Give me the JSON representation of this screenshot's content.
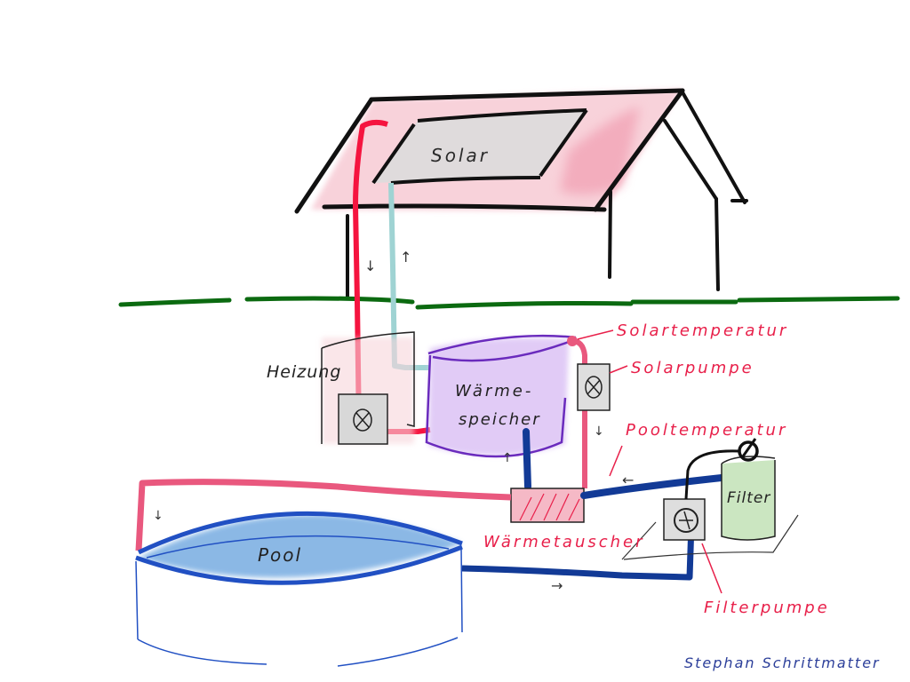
{
  "diagram": {
    "type": "hand-drawn schematic",
    "subject": "Solar pool heating system"
  },
  "labels": {
    "solar": "Solar",
    "heating": "Heizung",
    "storage_line1": "Wärme-",
    "storage_line2": "speicher",
    "pool": "Pool",
    "filter": "Filter",
    "solar_temperature": "Solartemperatur",
    "solar_pump": "Solarpumpe",
    "pool_temperature": "Pooltemperatur",
    "heat_exchanger": "Wärmetauscher",
    "filter_pump": "Filterpumpe",
    "signature": "Stephan Schrittmatter"
  },
  "arrows": {
    "down": "↓",
    "up": "↑",
    "left": "←",
    "right": "→"
  },
  "colors": {
    "hot_pipe": "#f5143f",
    "cold_pipe": "#9fd3d3",
    "pool_loop_pipe": "#e9587e",
    "pool_water_pipe": "#123a96",
    "ground": "#0b6a10",
    "storage_fill": "#dcc3f5",
    "storage_outline": "#6a2bbd",
    "pool_water": "#7fb1e3",
    "pool_outline": "#2150c3",
    "filter_fill": "#cbe6c1",
    "label_red": "#e8204a",
    "roof_pink": "#f6c6d0"
  }
}
